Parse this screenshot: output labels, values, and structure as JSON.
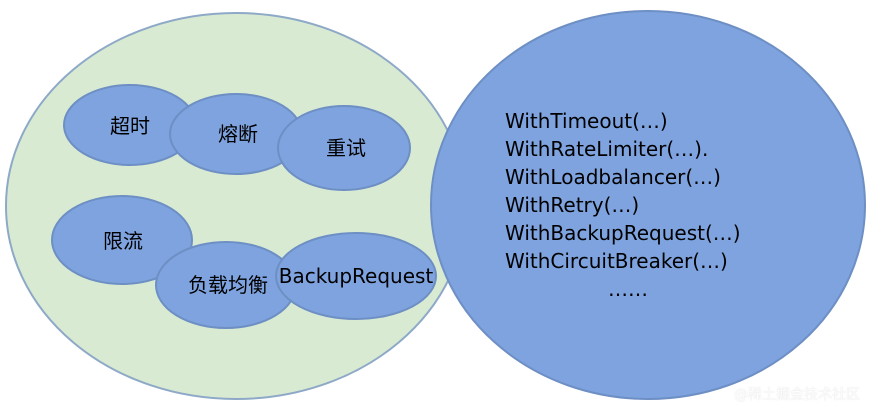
{
  "diagram": {
    "left_group_items": [
      {
        "label": "超时"
      },
      {
        "label": "熔断"
      },
      {
        "label": "重试"
      },
      {
        "label": "限流"
      },
      {
        "label": "负载均衡"
      },
      {
        "label": "BackupRequest"
      }
    ],
    "right_group_lines": [
      "WithTimeout(…)",
      "WithRateLimiter(…).",
      "WithLoadbalancer(…)",
      "WithRetry(…)",
      "WithBackupRequest(…)",
      "WithCircuitBreaker(…)",
      "……"
    ],
    "watermark": "@稀土掘金技术社区"
  },
  "colors": {
    "left_group_fill": "#d9ead3",
    "left_group_stroke": "#8ea9c7",
    "small_node_fill": "#7ea3df",
    "small_node_stroke": "#6d8fc4",
    "right_group_fill": "#7ea3df",
    "right_group_stroke": "#6d8fc4",
    "text": "#000000"
  }
}
